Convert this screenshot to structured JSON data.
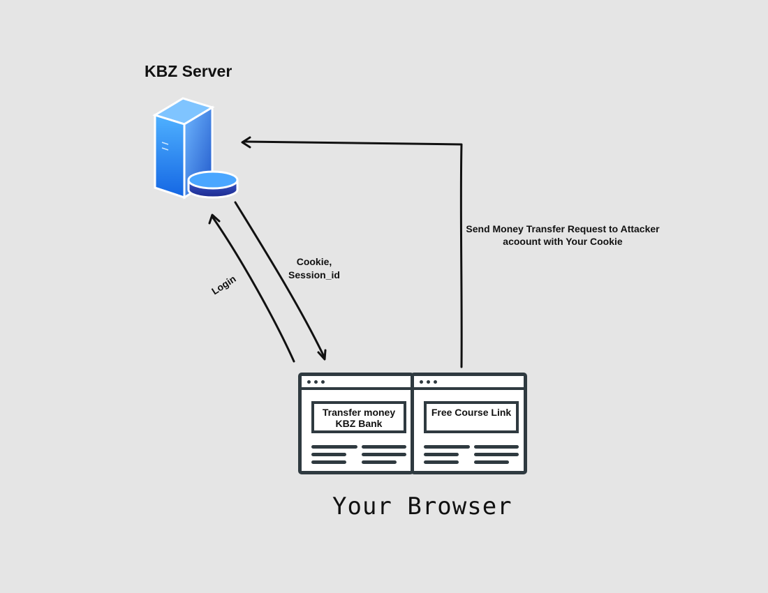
{
  "server": {
    "title": "KBZ Server",
    "icon": "server-database-icon"
  },
  "browser": {
    "title": "Your Browser"
  },
  "arrows": {
    "cookie_label": "Cookie,\nSession_id",
    "login_label": "Login",
    "request_label": "Send Money Transfer Request to Attacker acoount with Your Cookie"
  },
  "tabs": [
    {
      "content": "Transfer money KBZ Bank"
    },
    {
      "content": "Free Course Link"
    }
  ],
  "colors": {
    "background": "#e5e5e5",
    "outline": "#2f3a40",
    "server_blue": "#2f8ff2"
  }
}
